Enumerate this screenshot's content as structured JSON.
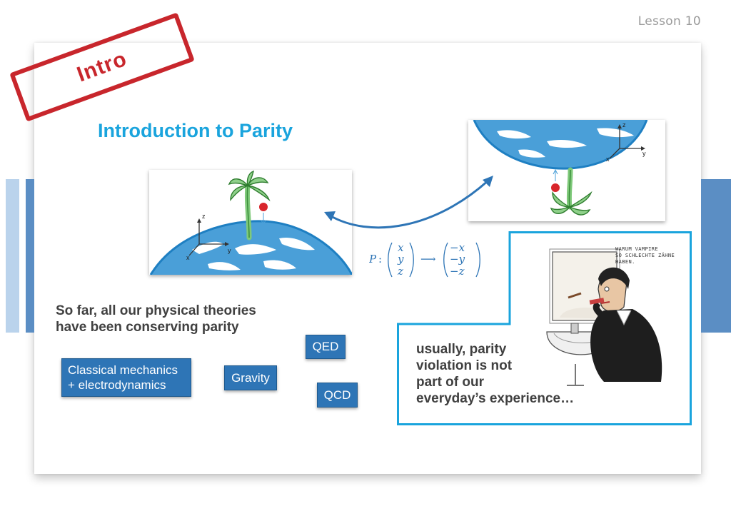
{
  "lesson": "Lesson  10",
  "stamp": "Intro",
  "title": "Introduction to Parity",
  "formula": {
    "operator": "P",
    "colon": ":",
    "arrow": "⟶",
    "input": [
      "x",
      "y",
      "z"
    ],
    "output": [
      "−x",
      "−y",
      "−z"
    ]
  },
  "axes1": {
    "z": "z",
    "x": "x",
    "y": "y"
  },
  "axes2": {
    "z": "z",
    "x": "x",
    "y": "y"
  },
  "parity_text": {
    "line1": "So far, all our physical theories",
    "line2": "have been conserving parity"
  },
  "boxes": {
    "classical_line1": "Classical mechanics",
    "classical_line2": "+ electrodynamics",
    "gravity": "Gravity",
    "qed": "QED",
    "qcd": "QCD"
  },
  "callout": {
    "line1": "usually, parity",
    "line2": "violation is not",
    "line3": "part of our",
    "line4": "everyday’s experience…"
  },
  "cartoon_caption": {
    "line1": "WARUM VAMPIRE",
    "line2": "SO SCHLECHTE ZÄHNE",
    "line3": "HABEN."
  },
  "colors": {
    "accent": "#1aa4dd",
    "box_blue": "#2e75b6",
    "stamp_red": "#c8262c",
    "earth_blue": "#4a9fd8"
  }
}
